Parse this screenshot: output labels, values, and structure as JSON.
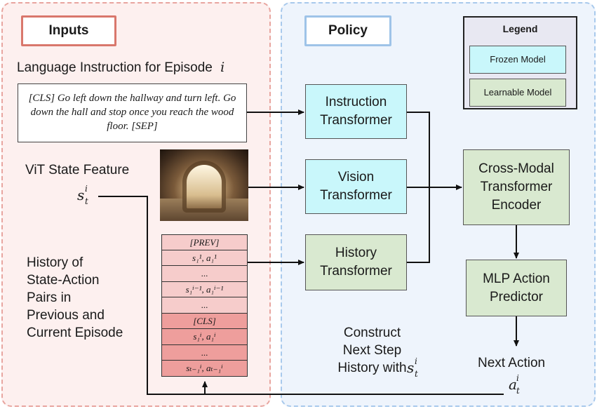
{
  "sections": {
    "inputs_label": "Inputs",
    "policy_label": "Policy"
  },
  "legend": {
    "title": "Legend",
    "frozen": "Frozen Model",
    "learnable": "Learnable Model"
  },
  "inputs": {
    "language_label": "Language Instruction for Episode",
    "episode_symbol": "i",
    "instruction_text": "[CLS] Go left down the hallway and turn left. Go down the hall and stop once you reach the wood floor. [SEP]",
    "vit_label": "ViT State Feature",
    "state_symbol": "s",
    "history_label": "History of\nState-Action\nPairs in\nPrevious and\nCurrent Episode",
    "history_rows": [
      {
        "text": "[PREV]",
        "tone": "light",
        "italic": true
      },
      {
        "text": "s₁¹, a₁¹",
        "tone": "light",
        "italic": true
      },
      {
        "text": "...",
        "tone": "light",
        "italic": false
      },
      {
        "text": "s₁ⁱ⁻¹, a₁ⁱ⁻¹",
        "tone": "light",
        "italic": true
      },
      {
        "text": "...",
        "tone": "light",
        "italic": false
      },
      {
        "text": "[CLS]",
        "tone": "dark",
        "italic": true
      },
      {
        "text": "s₁ⁱ, a₁ⁱ",
        "tone": "dark",
        "italic": true
      },
      {
        "text": "...",
        "tone": "dark",
        "italic": false
      },
      {
        "text": "sₜ₋₁ⁱ, aₜ₋₁ⁱ",
        "tone": "dark",
        "italic": true
      }
    ]
  },
  "policy": {
    "instruction_transformer": "Instruction\nTransformer",
    "vision_transformer": "Vision\nTransformer",
    "history_transformer": "History\nTransformer",
    "cross_modal": "Cross-Modal\nTransformer\nEncoder",
    "mlp": "MLP Action\nPredictor",
    "construct_label": "Construct\nNext Step\nHistory with",
    "next_action": "Next Action",
    "action_symbol": "a"
  },
  "colors": {
    "inputs_bg": "#fdf0ef",
    "policy_bg": "#eef4fc",
    "frozen": "#c9f7fb",
    "learnable": "#d9e9d0",
    "history_light": "#f6cccb",
    "history_dark": "#ee9e9c"
  }
}
